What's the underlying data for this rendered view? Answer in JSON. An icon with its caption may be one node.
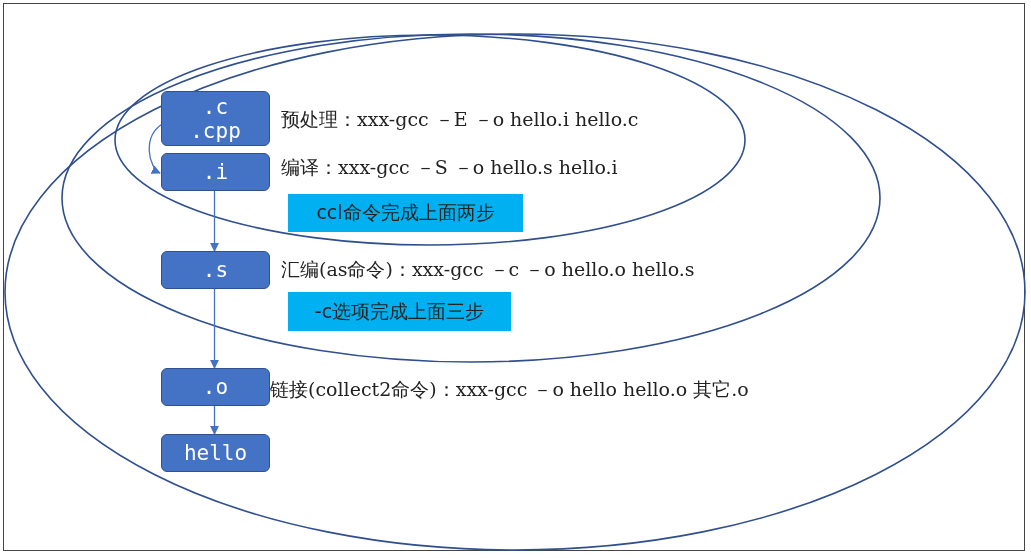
{
  "diagram": {
    "nodes": [
      {
        "text": [
          ".c",
          ".cpp"
        ]
      },
      {
        "text": [
          ".i"
        ]
      },
      {
        "text": [
          "ccl命令完成上面两步"
        ]
      },
      {
        "text": [
          ".s"
        ]
      },
      {
        "text": [
          "-c选项完成上面三步"
        ]
      },
      {
        "text": [
          ".o"
        ]
      },
      {
        "text": [
          "hello"
        ]
      }
    ],
    "edges": [
      {
        "from": 0,
        "to": 1,
        "arrow": "to"
      },
      {
        "from": 1,
        "to": 3,
        "arrow": "to"
      },
      {
        "from": 3,
        "to": 5,
        "arrow": "to"
      },
      {
        "from": 5,
        "to": 6,
        "arrow": "to"
      }
    ],
    "labels": [
      "预处理：xxx-gcc －E －o hello.i hello.c",
      "编译：xxx-gcc －S －o hello.s hello.i",
      "汇编(as命令)：xxx-gcc －c －o hello.o hello.s",
      "链接(collect2命令)：xxx-gcc －o hello hello.o 其它.o"
    ]
  }
}
